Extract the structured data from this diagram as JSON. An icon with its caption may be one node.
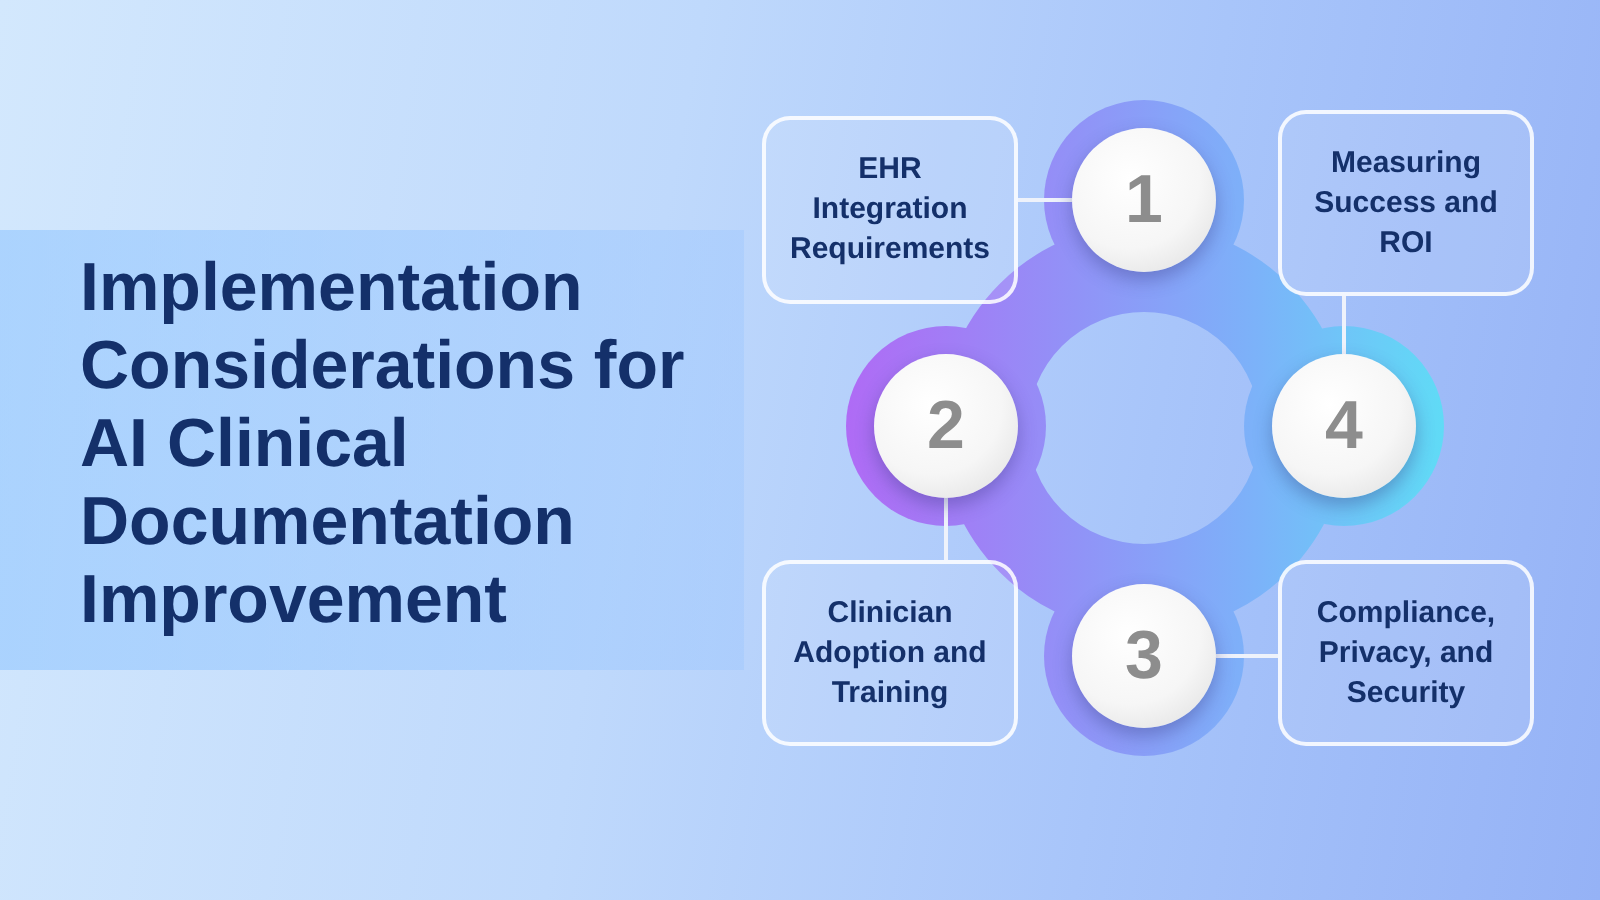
{
  "diagram": {
    "title": "Implementation Considerations for AI Clinical Documentation Improvement",
    "nodes": [
      {
        "text": [
          "1"
        ]
      },
      {
        "text": [
          "EHR Integration Requirements"
        ]
      },
      {
        "text": [
          "2"
        ]
      },
      {
        "text": [
          "Clinician Adoption and Training"
        ]
      },
      {
        "text": [
          "3"
        ]
      },
      {
        "text": [
          "Compliance, Privacy, and Security"
        ]
      },
      {
        "text": [
          "4"
        ]
      },
      {
        "text": [
          "Measuring Success and ROI"
        ]
      }
    ],
    "edges": [
      {
        "from": 0,
        "to": 1,
        "arrow": "none"
      },
      {
        "from": 2,
        "to": 3,
        "arrow": "none"
      },
      {
        "from": 4,
        "to": 5,
        "arrow": "none"
      },
      {
        "from": 6,
        "to": 7,
        "arrow": "none"
      }
    ]
  }
}
